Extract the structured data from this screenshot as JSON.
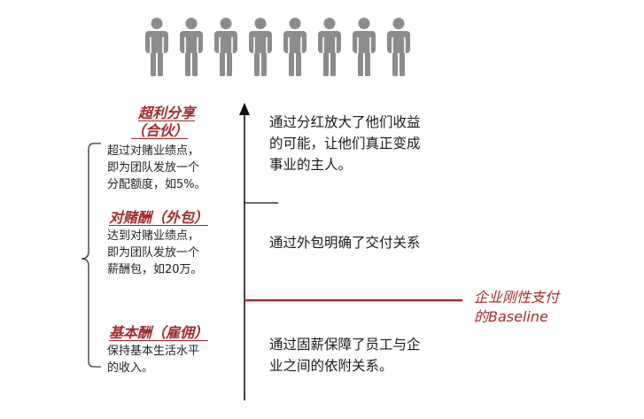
{
  "tiers": [
    {
      "title_line1": "超利分享",
      "title_line2": "（合伙）",
      "desc": [
        "超过对赌业绩点，",
        "即为团队发放一个",
        "分配额度，如5%。"
      ]
    },
    {
      "title_line1": "对赌酬（外包）",
      "desc": [
        "达到对赌业绩点，",
        "即为团队发放一个",
        "薪酬包，如20万。"
      ]
    },
    {
      "title_line1": "基本酬（雇佣）",
      "desc": [
        "保持基本生活水平",
        "的收入。"
      ]
    }
  ],
  "right": {
    "top": [
      "通过分红放大了他们收益",
      "的可能，让他们真正变成",
      "事业的主人。"
    ],
    "middle": [
      "通过外包明确了交付关系"
    ],
    "bottom": [
      "通过固薪保障了员工与企",
      "业之间的依附关系。"
    ]
  },
  "baseline": {
    "line1": "企业刚性支付",
    "line2": "的Baseline"
  },
  "colors": {
    "accent": "#a52a2a",
    "people": "#8c8c8c",
    "axis": "#111111"
  },
  "icons": {
    "people": "person-icon",
    "arrow": "arrow-up-icon",
    "brace": "brace-icon"
  }
}
